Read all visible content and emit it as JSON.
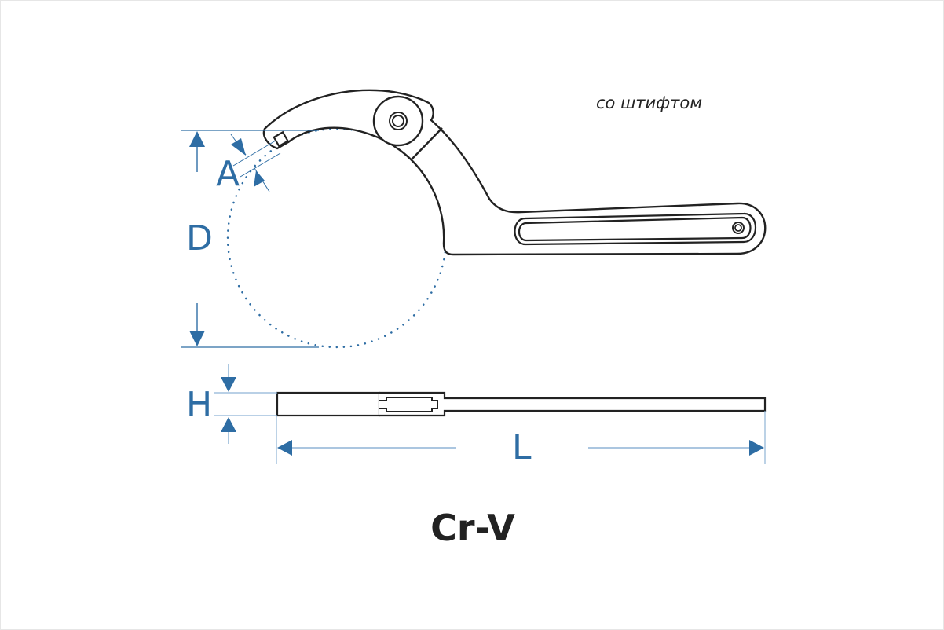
{
  "labels": {
    "A": "A",
    "D": "D",
    "H": "H",
    "L": "L"
  },
  "note": "со штифтом",
  "material": "Cr-V",
  "colors": {
    "dimension": "#2e6da4",
    "dimension_line": "#8fb4d6",
    "outline": "#222222"
  }
}
